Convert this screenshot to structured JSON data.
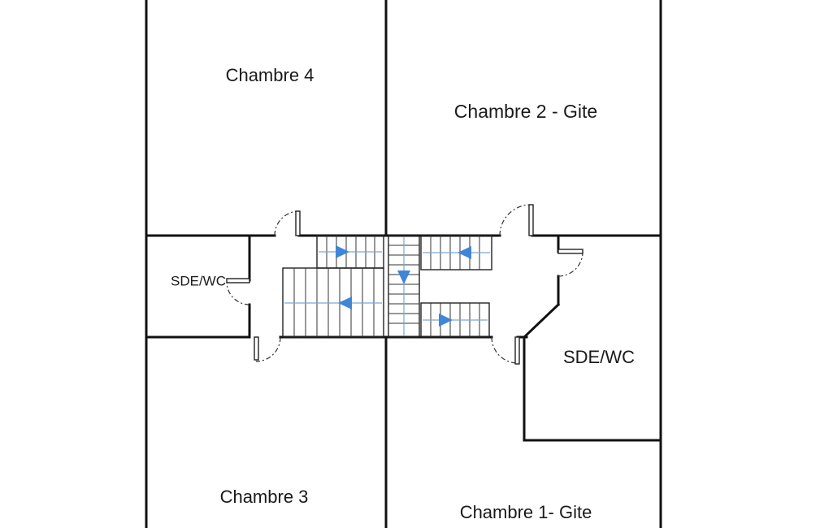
{
  "rooms": {
    "chambre4": "Chambre 4",
    "chambre2": "Chambre 2 - Gite",
    "sde_left": "SDE/WC",
    "sde_right": "SDE/WC",
    "chambre3": "Chambre 3",
    "chambre1": "Chambre 1- Gite"
  },
  "colors": {
    "walls": "#111111",
    "stair_arrows": "#3f86d8",
    "stair_guides": "#7aa6d6"
  },
  "icons": [
    "stair-arrow-icon",
    "door-swing-icon"
  ]
}
